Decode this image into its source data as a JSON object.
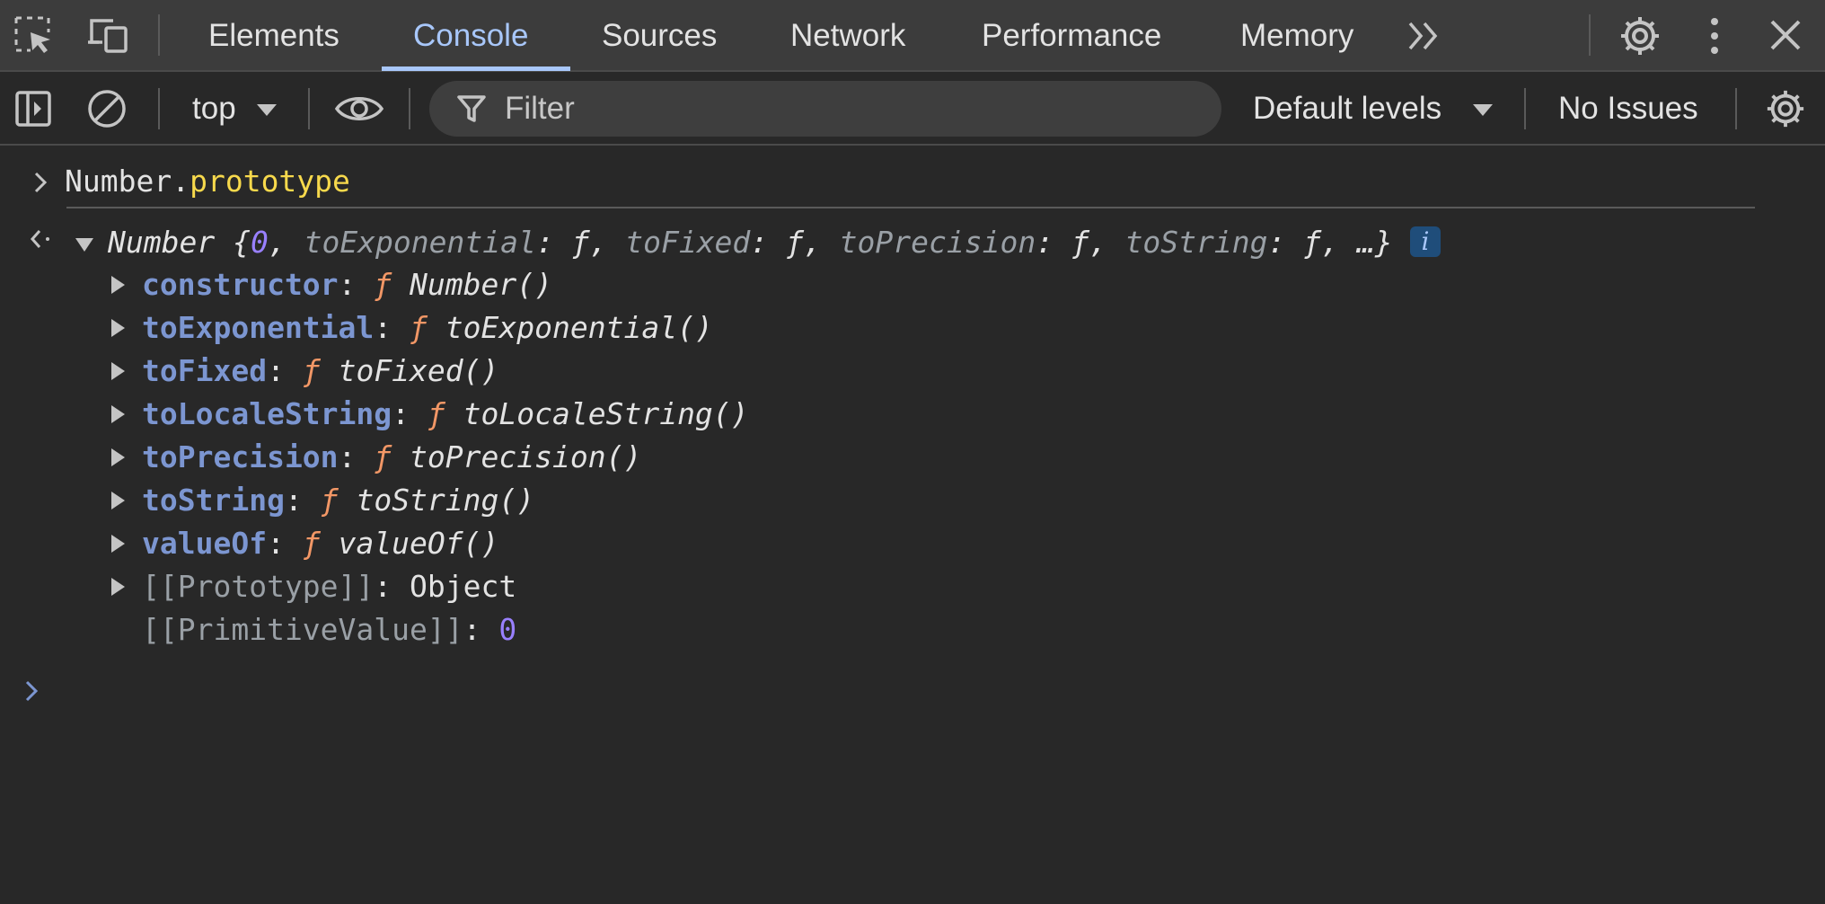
{
  "topbar": {
    "tabs": [
      {
        "label": "Elements",
        "active": false
      },
      {
        "label": "Console",
        "active": true
      },
      {
        "label": "Sources",
        "active": false
      },
      {
        "label": "Network",
        "active": false
      },
      {
        "label": "Performance",
        "active": false
      },
      {
        "label": "Memory",
        "active": false
      }
    ],
    "icons": [
      "inspect-element-icon",
      "device-toolbar-icon",
      "more-tabs-icon",
      "settings-icon",
      "kebab-menu-icon",
      "close-icon"
    ]
  },
  "toolbar": {
    "context": "top",
    "filter_placeholder": "Filter",
    "levels": "Default levels",
    "issues": "No Issues",
    "icons": [
      "sidebar-toggle-icon",
      "clear-console-icon",
      "dropdown-arrow-icon",
      "live-expression-eye-icon",
      "filter-icon",
      "console-settings-icon"
    ]
  },
  "console": {
    "input": {
      "object": "Number",
      "dot": ".",
      "property": "prototype"
    },
    "result": {
      "preview": {
        "open": "Number {",
        "first_value": "0",
        "sep": ", ",
        "k1": "toExponential",
        "k2": "toFixed",
        "k3": "toPrecision",
        "k4": "toString",
        "colon_f": ": ƒ",
        "tail": ", …}"
      },
      "info_badge": "i",
      "properties": [
        {
          "key": "constructor",
          "fn": "Number()"
        },
        {
          "key": "toExponential",
          "fn": "toExponential()"
        },
        {
          "key": "toFixed",
          "fn": "toFixed()"
        },
        {
          "key": "toLocaleString",
          "fn": "toLocaleString()"
        },
        {
          "key": "toPrecision",
          "fn": "toPrecision()"
        },
        {
          "key": "toString",
          "fn": "toString()"
        },
        {
          "key": "valueOf",
          "fn": "valueOf()"
        }
      ],
      "prototype": {
        "key": "[[Prototype]]",
        "value": "Object"
      },
      "primitive": {
        "key": "[[PrimitiveValue]]",
        "value": "0"
      },
      "colon": ": ",
      "f_glyph": "ƒ"
    }
  },
  "colors": {
    "accent": "#a8c7fa",
    "key": "#7c96d1",
    "function": "#f29766",
    "number": "#9980ff",
    "property": "#f7d94c"
  }
}
